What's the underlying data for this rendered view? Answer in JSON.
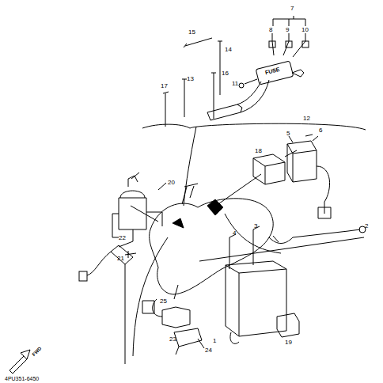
{
  "diagram": {
    "nodes": [
      {
        "text": [
          "FUSE"
        ]
      }
    ],
    "labels": [
      "15",
      "7",
      "8",
      "9",
      "10",
      "14",
      "11",
      "16",
      "13",
      "17",
      "12",
      "20",
      "5",
      "6",
      "18",
      "21",
      "2",
      "3",
      "4",
      "22",
      "25",
      "23",
      "24",
      "1",
      "19",
      "FWD",
      "4PU351-6450"
    ]
  }
}
